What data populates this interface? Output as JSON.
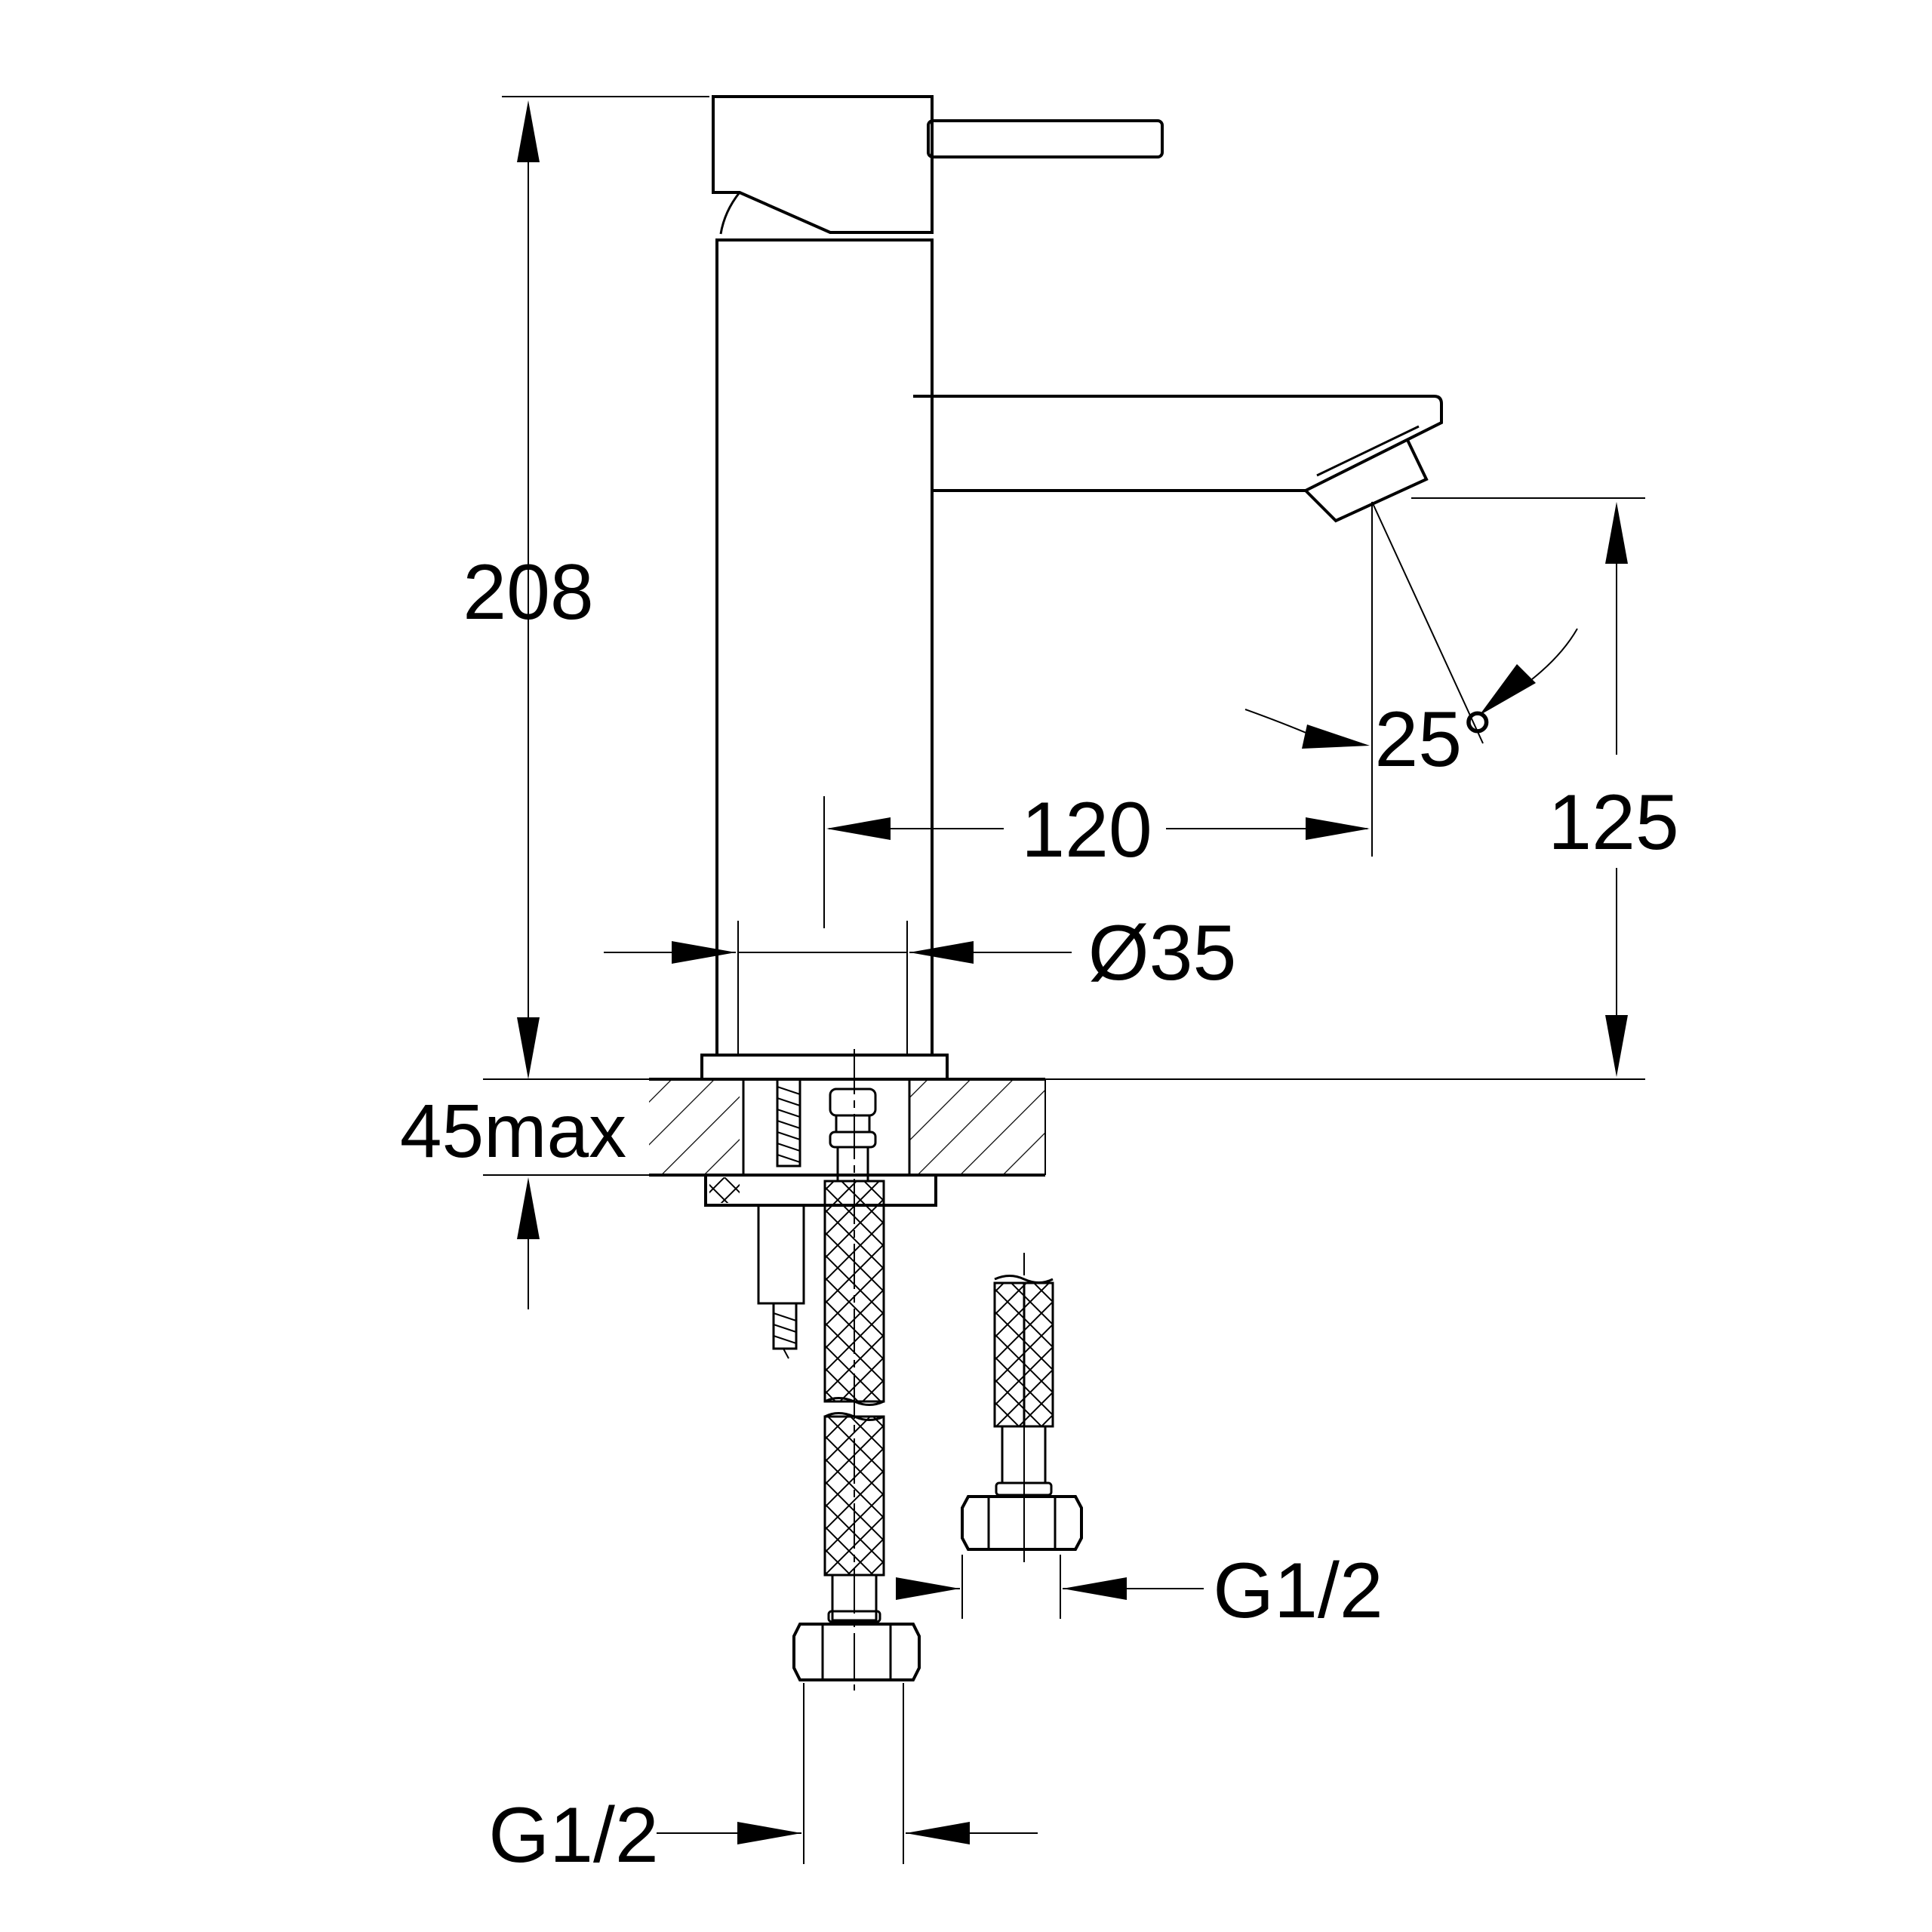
{
  "title": "",
  "dimensions": {
    "overall_height": "208",
    "max_deck_thickness": "45max",
    "spout_reach": "120",
    "spout_height": "125",
    "body_diameter": "Ø35",
    "spout_angle": "25°",
    "hose_thread_left": "G1/2",
    "hose_thread_right": "G1/2"
  },
  "colors": {
    "line": "#000000",
    "background": "#ffffff"
  }
}
